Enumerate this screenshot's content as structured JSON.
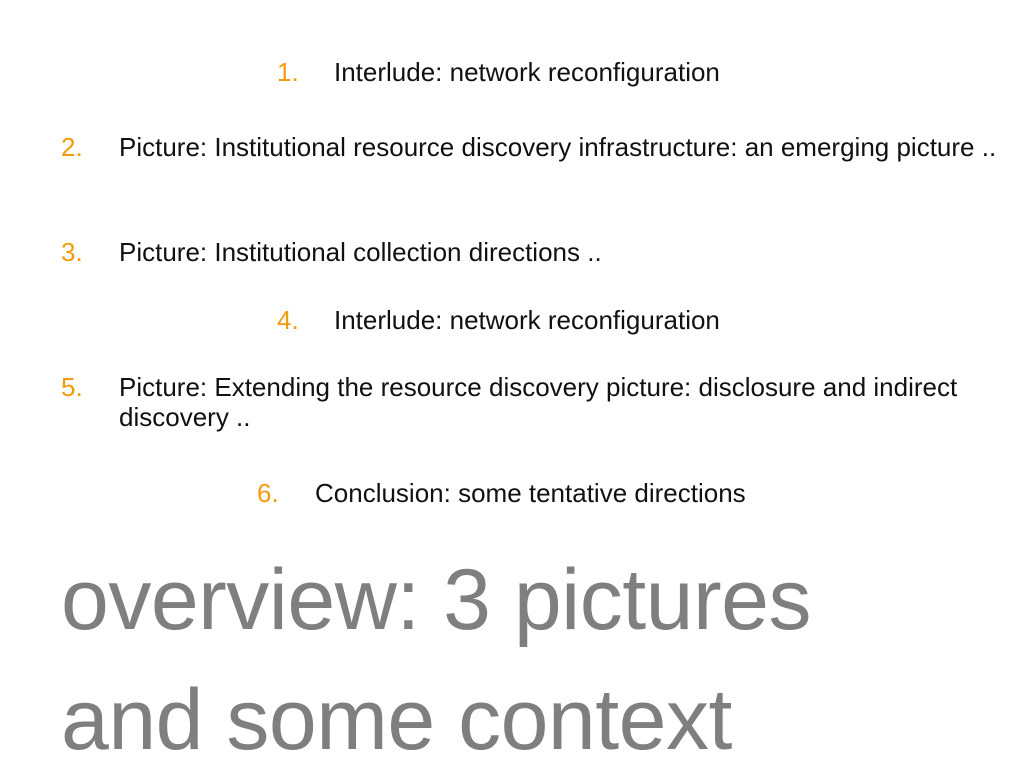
{
  "slide": {
    "items": [
      {
        "num": "1.",
        "text": "Interlude: network reconfiguration"
      },
      {
        "num": "2.",
        "text": "Picture: Institutional resource discovery infrastructure: an emerging picture .."
      },
      {
        "num": "3.",
        "text": "Picture: Institutional collection directions .."
      },
      {
        "num": "4.",
        "text": "Interlude: network reconfiguration"
      },
      {
        "num": "5.",
        "text": "Picture: Extending the resource discovery picture: disclosure and indirect discovery .."
      },
      {
        "num": "6.",
        "text": "Conclusion: some tentative directions"
      }
    ],
    "title_line1": "overview: 3 pictures",
    "title_line2": "and some context"
  },
  "colors": {
    "number": "#f29b0f",
    "text": "#111111",
    "title": "#7f7f7f",
    "background": "#ffffff"
  }
}
